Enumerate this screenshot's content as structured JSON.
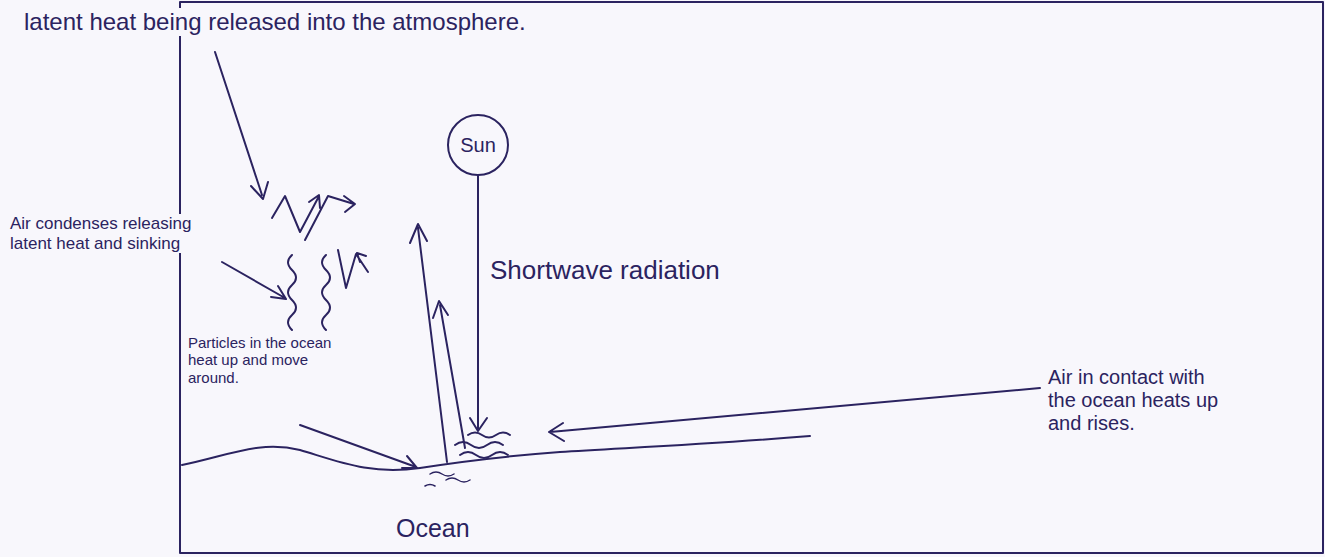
{
  "diagram": {
    "nodes": [
      {
        "text": [
          "Sun"
        ]
      }
    ],
    "labels": [
      "latent heat being released into the atmosphere.",
      "Air condenses releasing latent heat and sinking",
      "Shortwave radiation",
      "Particles in the ocean heat up and move around.",
      "Air in contact with the ocean heats up and rises.",
      "Ocean"
    ]
  }
}
